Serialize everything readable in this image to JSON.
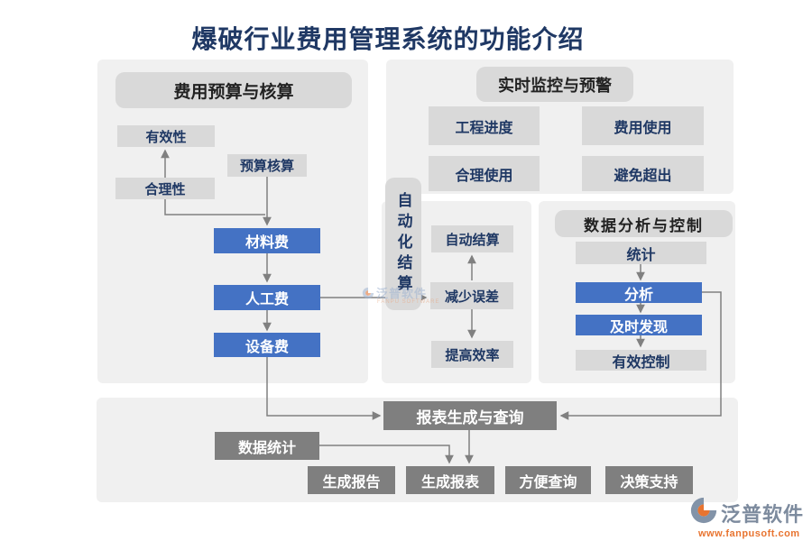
{
  "title": "爆破行业费用管理系统的功能介绍",
  "colors": {
    "accent_blue": "#4472C4",
    "dark_gray": "#7F7F7F",
    "light_gray": "#D9D9D9",
    "panel_bg": "#F0F0F0",
    "navy_text": "#1F3864",
    "orange": "#E87430"
  },
  "budget": {
    "header": "费用预算与核算",
    "effectiveness": "有效性",
    "budget_check": "预算核算",
    "rationality": "合理性",
    "material_cost": "材料费",
    "labor_cost": "人工费",
    "equipment_cost": "设备费"
  },
  "monitor": {
    "header": "实时监控与预警",
    "project_progress": "工程进度",
    "cost_usage": "费用使用",
    "rational_use": "合理使用",
    "avoid_overrun": "避免超出"
  },
  "auto_settlement": {
    "label": "自动化结算",
    "auto_settle": "自动结算",
    "reduce_error": "减少误差",
    "improve_efficiency": "提高效率"
  },
  "analysis": {
    "header": "数据分析与控制",
    "statistics": "统计",
    "analyze": "分析",
    "timely_discovery": "及时发现",
    "effective_control": "有效控制"
  },
  "report": {
    "main": "报表生成与查询",
    "data_statistics": "数据统计",
    "generate_report": "生成报告",
    "generate_table": "生成报表",
    "easy_query": "方便查询",
    "decision_support": "决策支持"
  },
  "watermark": {
    "brand": "泛普软件",
    "sub": "FANPU SOFTWARE"
  },
  "logo": {
    "brand": "泛普软件",
    "url": "www.fanpusoft.com"
  }
}
